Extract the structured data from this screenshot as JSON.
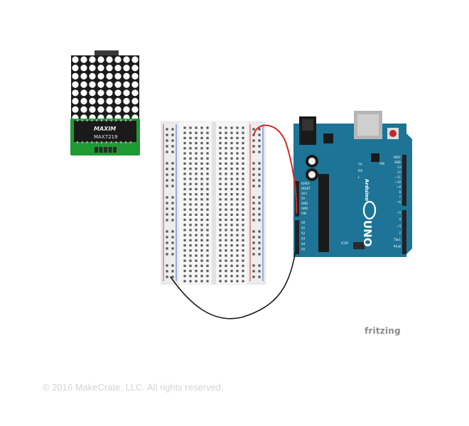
{
  "diagram": {
    "components": {
      "led_matrix": {
        "chip_brand": "MAXIM",
        "chip_model": "MAX7219"
      },
      "arduino": {
        "brand": "Arduino",
        "model": "UNO",
        "power_labels": [
          "IOREF",
          "RESET",
          "3V3",
          "5V",
          "GND",
          "GND",
          "VIN"
        ],
        "analog_labels": [
          "A0",
          "A1",
          "A2",
          "A3",
          "A4",
          "A5"
        ],
        "digital_labels": [
          "AREF",
          "GND",
          "13",
          "12",
          "~11",
          "~10",
          "~9",
          "8",
          "7",
          "~6",
          "~5",
          "4",
          "~3",
          "2",
          "TX▸1",
          "RX◂0"
        ],
        "misc_labels": [
          "ICSP",
          "TX",
          "RX",
          "L",
          "ON"
        ]
      },
      "breadboard": {}
    },
    "wires": [
      {
        "name": "red-wire",
        "color": "#d42a2a"
      },
      {
        "name": "black-wire",
        "color": "#1a1a1a"
      }
    ]
  },
  "branding": {
    "logo_text": "fritzing"
  },
  "footer": {
    "copyright": "© 2016 MakeCrate, LLC.  All rights reserved."
  }
}
